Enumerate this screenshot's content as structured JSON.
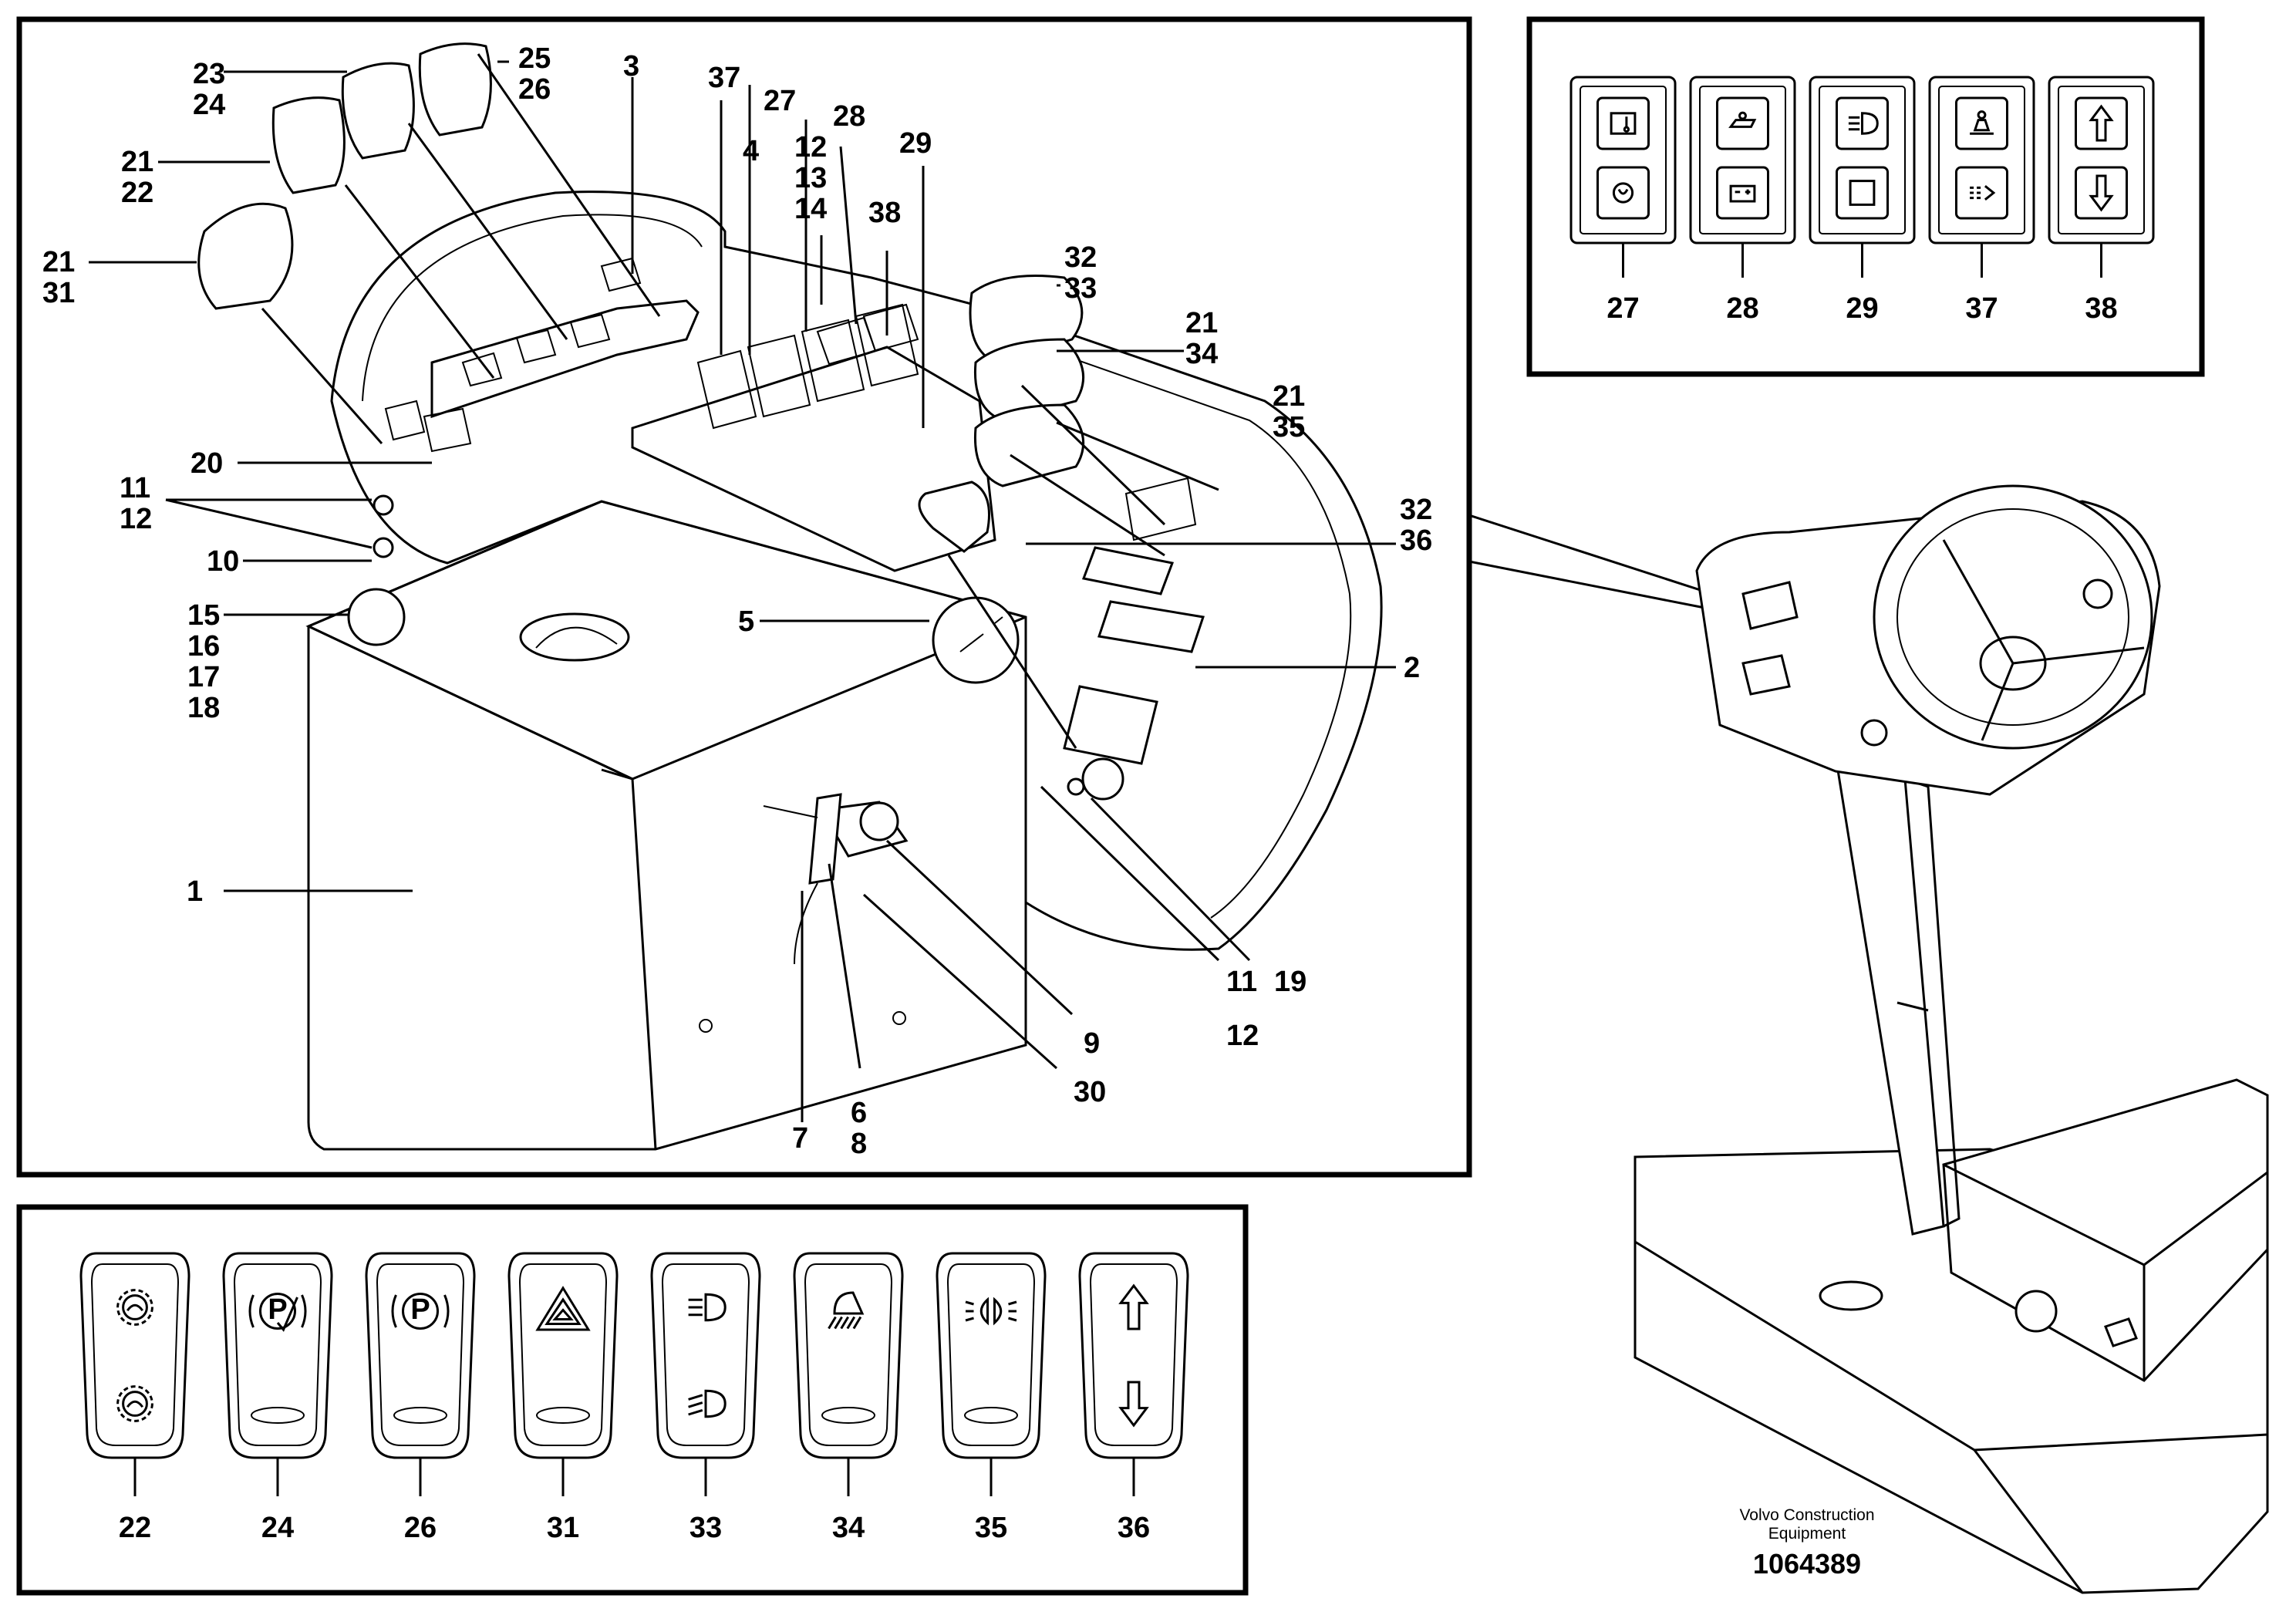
{
  "callouts": {
    "c1": "1",
    "c2": "2",
    "c3": "3",
    "c4": "4",
    "c5": "5",
    "c6": "6",
    "c7": "7",
    "c8": "8",
    "c9": "9",
    "c10": "10",
    "c11a": "11",
    "c12a": "12",
    "c11b": "11",
    "c12b": "12",
    "c12c": "12",
    "c13": "13",
    "c14": "14",
    "c15": "15",
    "c16": "16",
    "c17": "17",
    "c18": "18",
    "c19": "19",
    "c20": "20",
    "c21a": "21",
    "c22a": "22",
    "c21b": "21",
    "c31a": "31",
    "c21c": "21",
    "c34a": "34",
    "c21d": "21",
    "c35a": "35",
    "c23": "23",
    "c24a": "24",
    "c25": "25",
    "c26a": "26",
    "c27a": "27",
    "c28a": "28",
    "c29a": "29",
    "c30": "30",
    "c32a": "32",
    "c33a": "33",
    "c32b": "32",
    "c36a": "36",
    "c37a": "37",
    "c38a": "38"
  },
  "indicator_panel": {
    "labels": [
      "27",
      "28",
      "29",
      "37",
      "38"
    ],
    "icons": [
      [
        "coolant-temp-icon",
        "engine-preheat-icon"
      ],
      [
        "oil-pressure-icon",
        "battery-charge-icon"
      ],
      [
        "headlight-high-beam-icon",
        "blank-lamp-icon"
      ],
      [
        "seat-operator-icon",
        "water-spray-icon"
      ],
      [
        "arrow-up-icon",
        "arrow-down-icon"
      ]
    ]
  },
  "switch_panel": {
    "labels": [
      "22",
      "24",
      "26",
      "31",
      "33",
      "34",
      "35",
      "36"
    ],
    "icons": [
      [
        "gear-high-range-icon",
        "gear-low-range-icon"
      ],
      [
        "parking-brake-release-icon"
      ],
      [
        "parking-brake-icon"
      ],
      [
        "hazard-warning-icon"
      ],
      [
        "high-beam-icon",
        "low-beam-icon"
      ],
      [
        "work-light-icon"
      ],
      [
        "position-light-icon"
      ],
      [
        "arrow-up-icon",
        "arrow-down-icon"
      ]
    ]
  },
  "footer": {
    "publisher_line1": "Volvo Construction",
    "publisher_line2": "Equipment",
    "document_number": "1064389"
  }
}
